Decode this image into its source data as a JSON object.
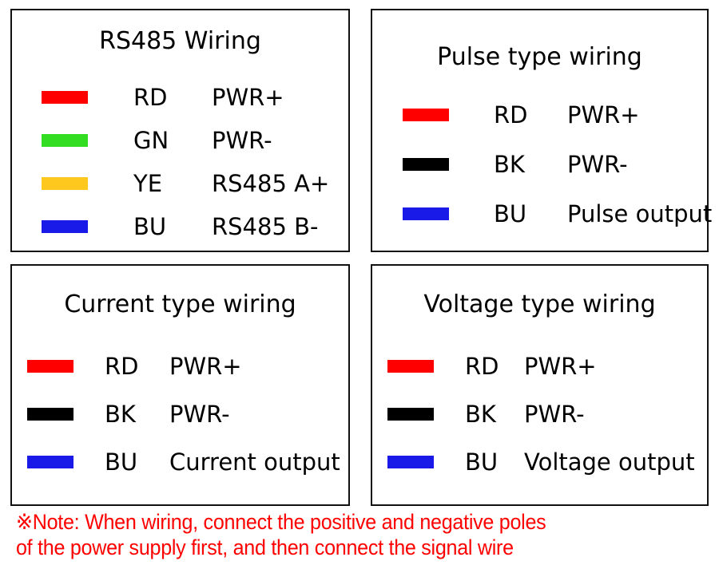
{
  "colors": {
    "red": "#ff0000",
    "green": "#33dd22",
    "yellow": "#ffc81e",
    "blue": "#1a1ae8",
    "black": "#000000",
    "note_red": "#ff0000",
    "border": "#111111"
  },
  "panels": [
    {
      "id": "rs485",
      "title": "RS485 Wiring",
      "rows": [
        {
          "color": "#ff0000",
          "color_name": "red",
          "code": "RD",
          "function": "PWR+"
        },
        {
          "color": "#33dd22",
          "color_name": "green",
          "code": "GN",
          "function": "PWR-"
        },
        {
          "color": "#ffc81e",
          "color_name": "yellow",
          "code": "YE",
          "function": "RS485 A+"
        },
        {
          "color": "#1a1ae8",
          "color_name": "blue",
          "code": "BU",
          "function": "RS485 B-"
        }
      ]
    },
    {
      "id": "pulse",
      "title": "Pulse type wiring",
      "rows": [
        {
          "color": "#ff0000",
          "color_name": "red",
          "code": "RD",
          "function": "PWR+"
        },
        {
          "color": "#000000",
          "color_name": "black",
          "code": "BK",
          "function": "PWR-"
        },
        {
          "color": "#1a1ae8",
          "color_name": "blue",
          "code": "BU",
          "function": "Pulse output"
        }
      ]
    },
    {
      "id": "current",
      "title": "Current type wiring",
      "rows": [
        {
          "color": "#ff0000",
          "color_name": "red",
          "code": "RD",
          "function": "PWR+"
        },
        {
          "color": "#000000",
          "color_name": "black",
          "code": "BK",
          "function": "PWR-"
        },
        {
          "color": "#1a1ae8",
          "color_name": "blue",
          "code": "BU",
          "function": "Current output"
        }
      ]
    },
    {
      "id": "voltage",
      "title": "Voltage type wiring",
      "rows": [
        {
          "color": "#ff0000",
          "color_name": "red",
          "code": "RD",
          "function": "PWR+"
        },
        {
          "color": "#000000",
          "color_name": "black",
          "code": "BK",
          "function": "PWR-"
        },
        {
          "color": "#1a1ae8",
          "color_name": "blue",
          "code": "BU",
          "function": "Voltage output"
        }
      ]
    }
  ],
  "note": {
    "line1": "※Note: When wiring, connect the positive and negative poles",
    "line2": "of the power supply first, and then connect the signal wire"
  }
}
